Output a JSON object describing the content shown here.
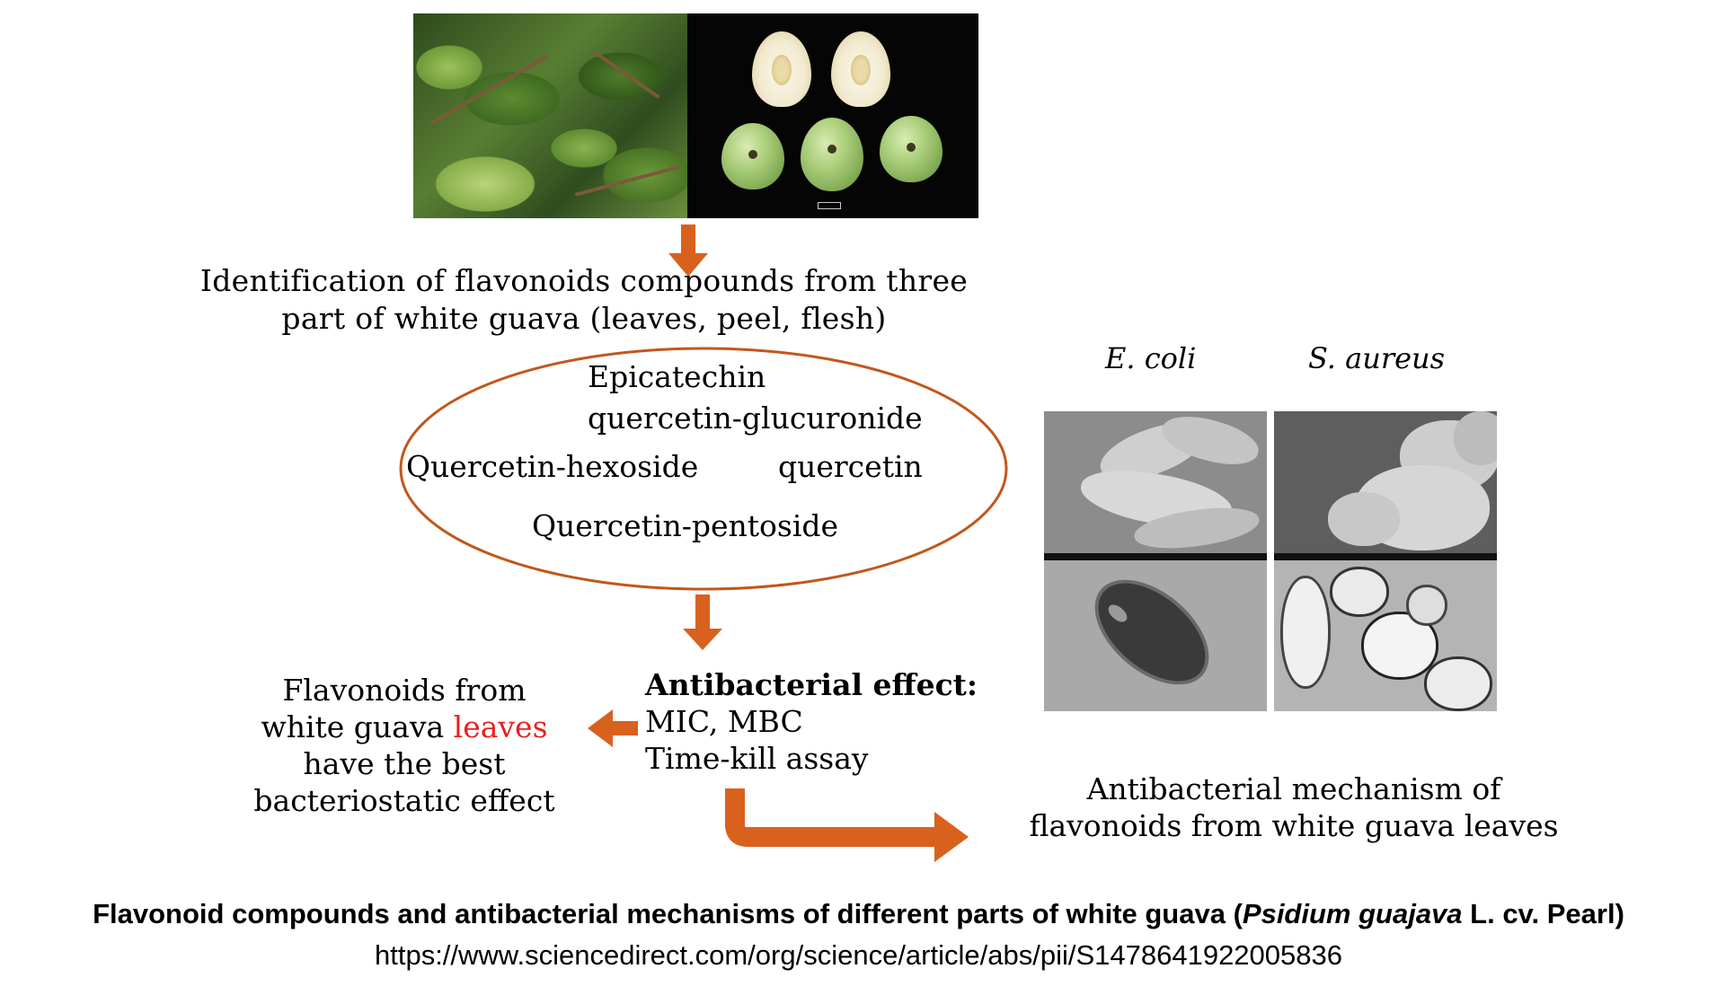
{
  "step1": {
    "line1": "Identification of flavonoids compounds from three",
    "line2": "part of white guava  (leaves, peel, flesh)"
  },
  "compounds": {
    "epicatechin": "Epicatechin",
    "quercetin_glucuronide": "quercetin-glucuronide",
    "quercetin_hexoside": "Quercetin-hexoside",
    "quercetin": "quercetin",
    "quercetin_pentoside": "Quercetin-pentoside"
  },
  "antibacterial": {
    "title": "Antibacterial effect:",
    "line2": "MIC, MBC",
    "line3": "Time-kill assay"
  },
  "result": {
    "line1": "Flavonoids  from",
    "line2_prefix": "white guava ",
    "line2_highlight": "leaves",
    "line3": "have the best",
    "line4": "bacteriostatic effect",
    "highlight_color": "#e8201e"
  },
  "bacteria": {
    "ecoli": "E. coli",
    "saureus": "S. aureus"
  },
  "mechanism": {
    "line1": "Antibacterial mechanism of",
    "line2": "flavonoids from white guava  leaves"
  },
  "caption": {
    "title_prefix": "Flavonoid compounds and antibacterial mechanisms of different parts of white guava (",
    "title_italic": "Psidium guajava",
    "title_suffix": " L. cv. Pearl)",
    "url": "https://www.sciencedirect.com/org/science/article/abs/pii/S1478641922005836"
  },
  "colors": {
    "arrow": "#d9611e",
    "ellipse": "#c2571c"
  }
}
